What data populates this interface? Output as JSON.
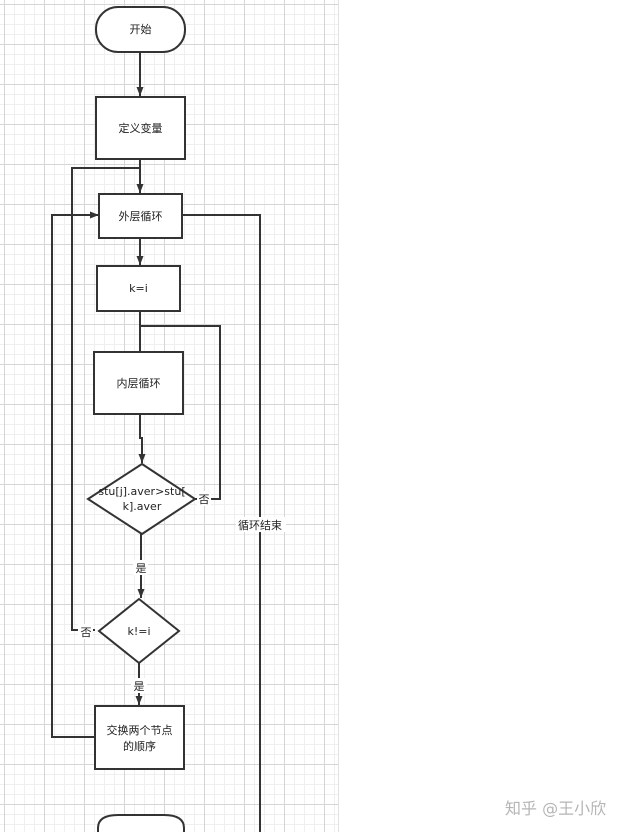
{
  "nodes": {
    "start": "开始",
    "define_vars": "定义变量",
    "outer_loop": "外层循环",
    "assign_k": "k=i",
    "inner_loop": "内层循环",
    "compare_line1": "stu[j].aver>stu[",
    "compare_line2": "k].aver",
    "check_k": "k!=i",
    "swap_line1": "交换两个节点",
    "swap_line2": "的顺序"
  },
  "edges": {
    "compare_no": "否",
    "compare_yes": "是",
    "check_no": "否",
    "check_yes": "是",
    "loop_end": "循环结束"
  },
  "watermark": "知乎 @王小欣"
}
